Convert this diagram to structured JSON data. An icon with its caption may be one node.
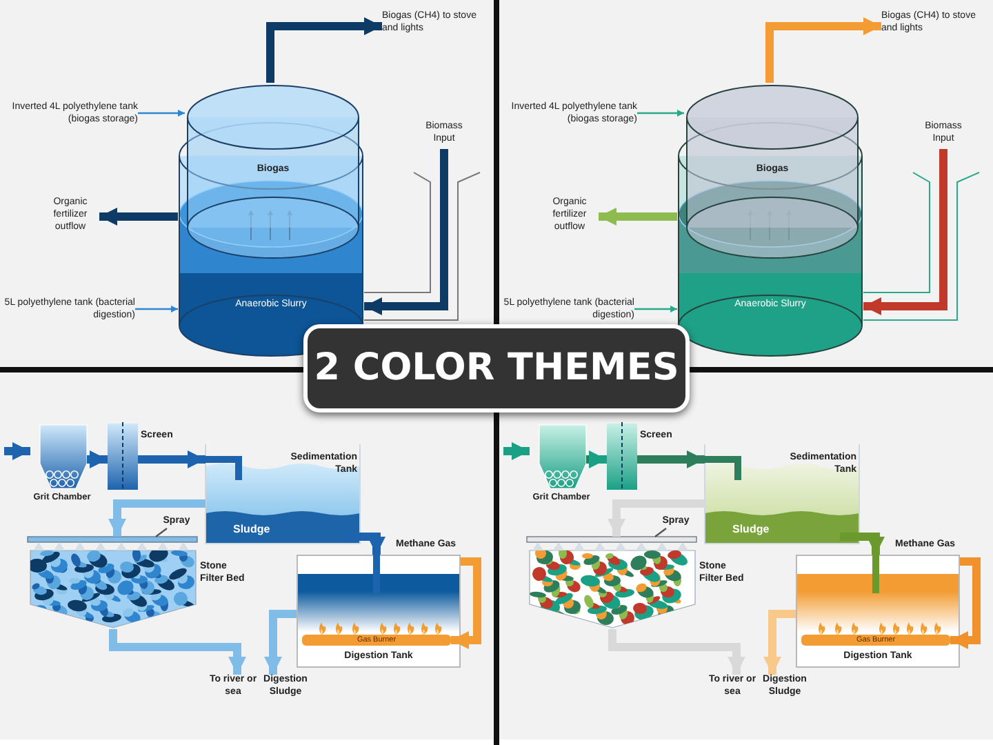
{
  "diagram": {
    "nodes": [
      {
        "text": [
          "Inverted 4L polyethylene tank (biogas storage)"
        ]
      },
      {
        "text": [
          "Biogas"
        ]
      },
      {
        "text": [
          "Anaerobic Slurry"
        ]
      },
      {
        "text": [
          "5L polyethylene tank (bacterial digestion)"
        ]
      },
      {
        "text": [
          "Biogas (CH4) to stove and lights"
        ]
      },
      {
        "text": [
          "Biomass Input"
        ]
      },
      {
        "text": [
          "Organic fertilizer outflow"
        ]
      },
      {
        "text": [
          "Inverted 4L polyethylene tank (biogas storage)"
        ]
      },
      {
        "text": [
          "Biogas"
        ]
      },
      {
        "text": [
          "Anaerobic Slurry"
        ]
      },
      {
        "text": [
          "5L polyethylene tank (bacterial digestion)"
        ]
      },
      {
        "text": [
          "Biogas (CH4) to stove and lights"
        ]
      },
      {
        "text": [
          "Biomass Input"
        ]
      },
      {
        "text": [
          "Organic fertilizer outflow"
        ]
      },
      {
        "text": [
          "2 COLOR THEMES"
        ]
      },
      {
        "text": [
          "Grit Chamber"
        ]
      },
      {
        "text": [
          "Screen"
        ]
      },
      {
        "text": [
          "Sedimentation Tank",
          "Sludge"
        ]
      },
      {
        "text": [
          "Spray"
        ]
      },
      {
        "text": [],
        "shape": "bar"
      },
      {
        "text": [
          "Stone Filter Bed"
        ]
      },
      {
        "text": [
          "Digestion Tank"
        ]
      },
      {
        "text": [
          "Gas Burner"
        ],
        "in": 21
      },
      {
        "text": [
          "To river or sea"
        ]
      },
      {
        "text": [
          "Digestion Sludge"
        ]
      },
      {
        "text": [
          "Grit Chamber"
        ]
      },
      {
        "text": [
          "Screen"
        ]
      },
      {
        "text": [
          "Sedimentation Tank",
          "Sludge"
        ]
      },
      {
        "text": [
          "Spray"
        ]
      },
      {
        "text": [],
        "shape": "bar"
      },
      {
        "text": [
          "Stone Filter Bed"
        ]
      },
      {
        "text": [
          "Digestion Tank"
        ]
      },
      {
        "text": [
          "Gas Burner"
        ],
        "in": 31
      },
      {
        "text": [
          "To river or sea"
        ]
      },
      {
        "text": [
          "Digestion Sludge"
        ]
      }
    ],
    "edges": [
      {
        "from": 0,
        "to": 1,
        "arrow": "to",
        "color": "#2e86d0"
      },
      {
        "from": 3,
        "to": 2,
        "arrow": "to",
        "color": "#2e86d0"
      },
      {
        "from": 1,
        "to": 4,
        "arrow": "to",
        "color": "#0d3b66"
      },
      {
        "from": 5,
        "to": 2,
        "arrow": "to",
        "color": "#0d3b66"
      },
      {
        "from": 2,
        "to": 6,
        "arrow": "to",
        "color": "#0d3b66"
      },
      {
        "from": 7,
        "to": 8,
        "arrow": "to",
        "color": "#2aa88a"
      },
      {
        "from": 10,
        "to": 9,
        "arrow": "to",
        "color": "#2aa88a"
      },
      {
        "from": 8,
        "to": 11,
        "arrow": "to",
        "color": "#f39c33"
      },
      {
        "from": 12,
        "to": 9,
        "arrow": "to",
        "color": "#c0392b"
      },
      {
        "from": 9,
        "to": 13,
        "arrow": "to",
        "color": "#8dbb4f"
      },
      {
        "from": null,
        "to": 15,
        "arrow": "to",
        "color": "#1e63ad"
      },
      {
        "from": 15,
        "to": 16,
        "arrow": "to",
        "color": "#1e63ad"
      },
      {
        "from": 16,
        "to": 17,
        "arrow": "to",
        "color": "#1e63ad"
      },
      {
        "from": 17,
        "to": 19,
        "arrow": "to",
        "color": "#7fbde8"
      },
      {
        "from": 18,
        "to": 19,
        "arrow": "none",
        "color": "#555555"
      },
      {
        "from": 20,
        "to": 23,
        "arrow": "to",
        "color": "#7fbde8"
      },
      {
        "from": 17,
        "to": 21,
        "arrow": "to",
        "color": "#1e63ad"
      },
      {
        "from": 21,
        "to": 22,
        "arrow": "to",
        "label": "Methane Gas",
        "color": "#f39c33"
      },
      {
        "from": 21,
        "to": 24,
        "arrow": "to",
        "color": "#7fbde8"
      },
      {
        "from": null,
        "to": 25,
        "arrow": "to",
        "color": "#1aa085"
      },
      {
        "from": 25,
        "to": 26,
        "arrow": "to",
        "color": "#1aa085"
      },
      {
        "from": 26,
        "to": 27,
        "arrow": "to",
        "color": "#2e7d5b"
      },
      {
        "from": 27,
        "to": 29,
        "arrow": "to",
        "color": "#d9d9d9"
      },
      {
        "from": 28,
        "to": 29,
        "arrow": "none",
        "color": "#555555"
      },
      {
        "from": 30,
        "to": 33,
        "arrow": "to",
        "color": "#d9d9d9"
      },
      {
        "from": 27,
        "to": 31,
        "arrow": "to",
        "color": "#6a9a2e"
      },
      {
        "from": 31,
        "to": 32,
        "arrow": "to",
        "label": "Methane Gas",
        "color": "#f0912b"
      },
      {
        "from": 31,
        "to": 34,
        "arrow": "to",
        "color": "#f8c98b"
      }
    ]
  }
}
